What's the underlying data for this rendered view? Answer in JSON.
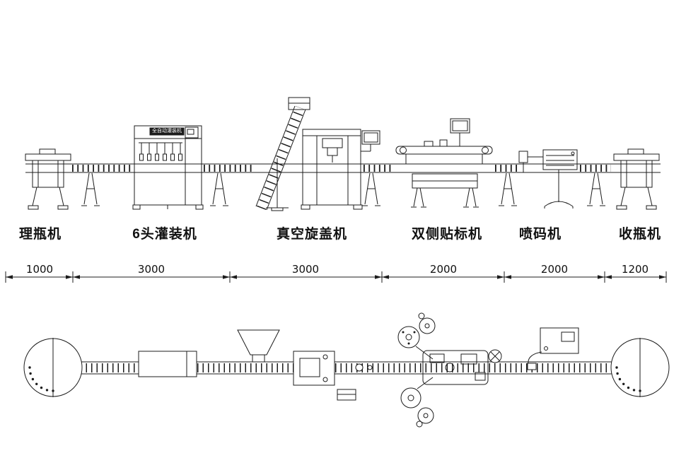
{
  "machines": [
    {
      "id": "bottle-unscrambler",
      "label": "理瓶机"
    },
    {
      "id": "six-head-filler",
      "label": "6头灌装机"
    },
    {
      "id": "vacuum-capper",
      "label": "真空旋盖机"
    },
    {
      "id": "double-side-labeler",
      "label": "双侧贴标机"
    },
    {
      "id": "inkjet-coder",
      "label": "喷码机"
    },
    {
      "id": "bottle-collector",
      "label": "收瓶机"
    }
  ],
  "dimensions_mm": [
    {
      "value": "1000"
    },
    {
      "value": "3000"
    },
    {
      "value": "3000"
    },
    {
      "value": "2000"
    },
    {
      "value": "2000"
    },
    {
      "value": "1200"
    }
  ],
  "filler_nameplate": "全自动灌装机",
  "colors": {
    "line": "#1c1c1c",
    "background": "#ffffff"
  }
}
